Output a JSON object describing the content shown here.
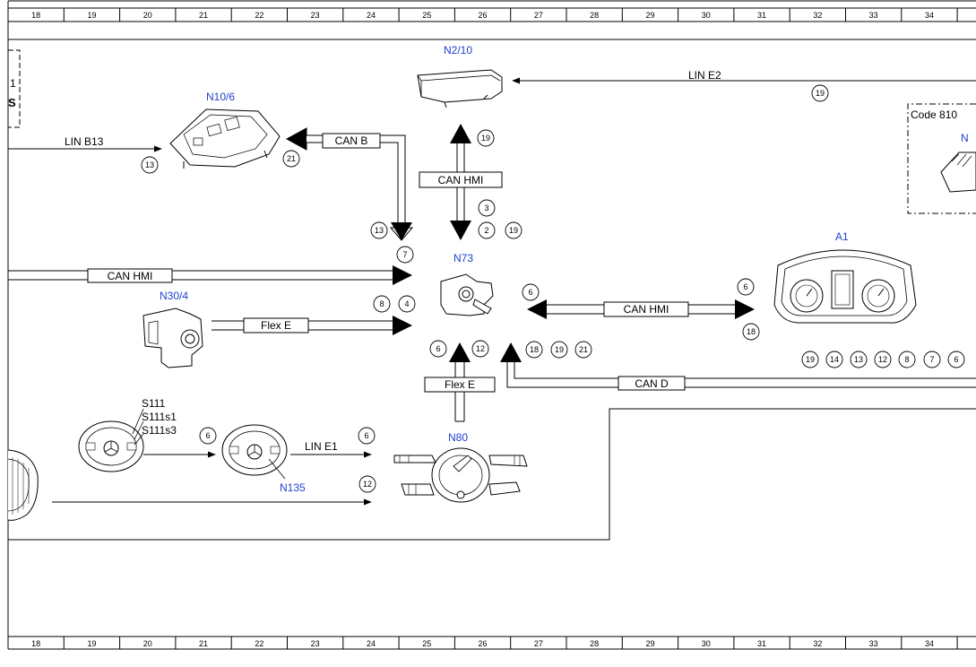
{
  "ruler": {
    "top": [
      "18",
      "19",
      "20",
      "21",
      "22",
      "23",
      "24",
      "25",
      "26",
      "27",
      "28",
      "29",
      "30",
      "31",
      "32",
      "33",
      "34"
    ],
    "bottom": [
      "18",
      "19",
      "20",
      "21",
      "22",
      "23",
      "24",
      "25",
      "26",
      "27",
      "28",
      "29",
      "30",
      "31",
      "32",
      "33",
      "34"
    ]
  },
  "components": {
    "n2_10": "N2/10",
    "n10_6": "N10/6",
    "n73": "N73",
    "n30_4": "N30/4",
    "a1": "A1",
    "n80": "N80",
    "n135": "N135",
    "n_partial": "N"
  },
  "buses": {
    "lin_e2": "LIN E2",
    "lin_b13": "LIN B13",
    "can_b": "CAN B",
    "can_hmi_vertical": "CAN HMI",
    "can_hmi_left": "CAN HMI",
    "can_hmi_right": "CAN HMI",
    "flex_e_left": "Flex E",
    "flex_e_bottom": "Flex E",
    "can_d": "CAN D",
    "lin_e1": "LIN E1"
  },
  "switch_labels": [
    "S111",
    "S111s1",
    "S111s3"
  ],
  "code_box": "Code 810",
  "edge_fragments": {
    "left_1": "1",
    "left_s": "S"
  },
  "circles": {
    "lin_e2": [
      "19"
    ],
    "lin_b13": [
      "13"
    ],
    "can_b": [
      "21"
    ],
    "hmi_up": [
      "19"
    ],
    "hmi_down": [
      "3",
      "2",
      "19"
    ],
    "can_b_down": [
      "13"
    ],
    "can_hmi_left": [
      "7"
    ],
    "flex_e_left": [
      "8",
      "4"
    ],
    "a1_left": [
      "6"
    ],
    "a1_right_top": [
      "6"
    ],
    "a1_right_bottom": [
      "18"
    ],
    "n80_up": [
      "6",
      "12"
    ],
    "can_d_up": [
      "18",
      "19",
      "21"
    ],
    "right_row": [
      "19",
      "14",
      "13",
      "12",
      "8",
      "7",
      "6"
    ],
    "s111_out": [
      "6"
    ],
    "lin_e1": [
      "6"
    ],
    "bottom_line": [
      "12"
    ]
  },
  "colors": {
    "component_label": "#1f3fd0",
    "line": "#000000",
    "background": "#ffffff"
  }
}
